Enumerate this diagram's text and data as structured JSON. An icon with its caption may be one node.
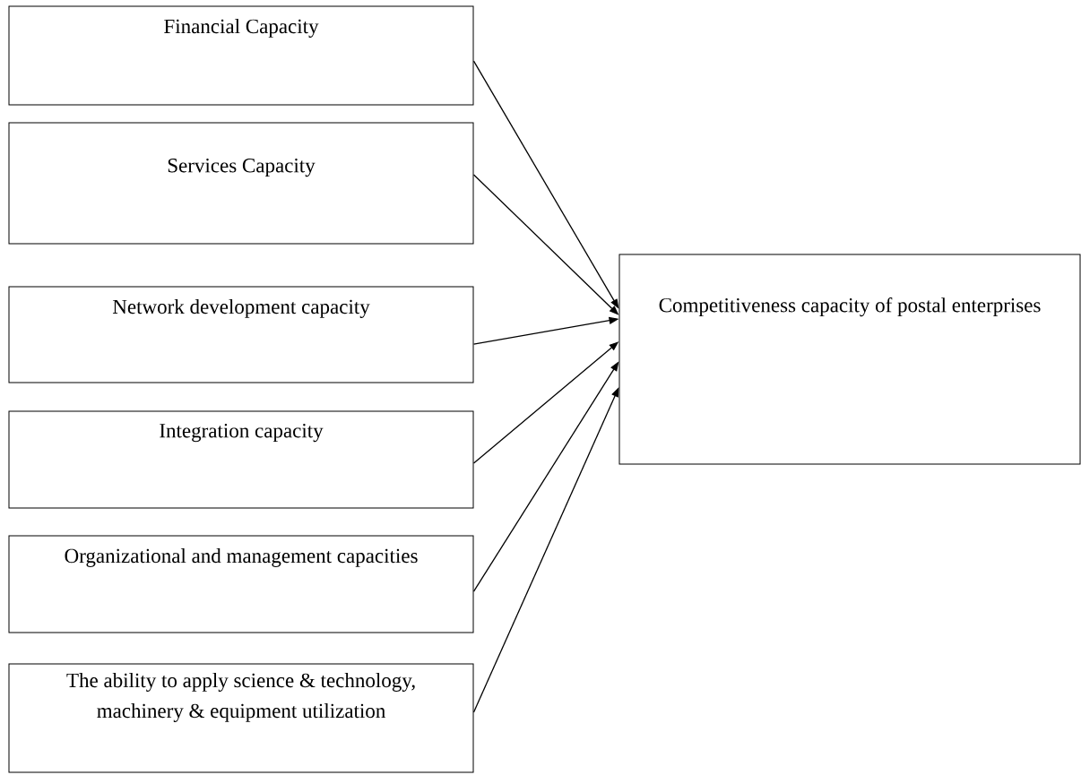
{
  "diagram": {
    "nodes": [
      {
        "text": [
          "Financial Capacity"
        ]
      },
      {
        "text": [
          "Services Capacity"
        ]
      },
      {
        "text": [
          "Network development capacity"
        ]
      },
      {
        "text": [
          "Integration capacity"
        ]
      },
      {
        "text": [
          "Organizational and management capacities"
        ]
      },
      {
        "text": [
          "The ability to apply science & technology, machinery & equipment utilization"
        ]
      },
      {
        "text": [
          "Competitiveness capacity of postal enterprises"
        ]
      }
    ],
    "edges": [
      {
        "from": 0,
        "to": 6,
        "arrow": "to"
      },
      {
        "from": 1,
        "to": 6,
        "arrow": "to"
      },
      {
        "from": 2,
        "to": 6,
        "arrow": "to"
      },
      {
        "from": 3,
        "to": 6,
        "arrow": "to"
      },
      {
        "from": 4,
        "to": 6,
        "arrow": "to"
      },
      {
        "from": 5,
        "to": 6,
        "arrow": "to"
      }
    ]
  }
}
